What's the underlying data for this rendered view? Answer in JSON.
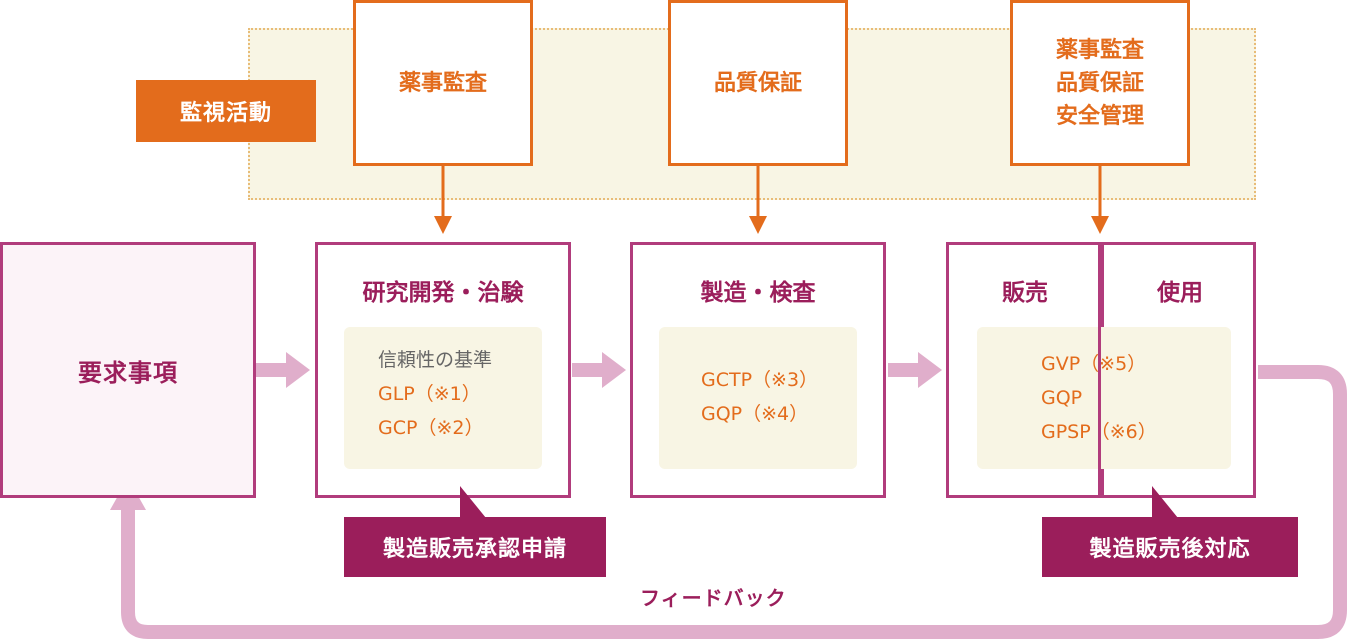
{
  "monitoring": {
    "label": "監視活動",
    "boxes": [
      {
        "lines": [
          "薬事監査"
        ]
      },
      {
        "lines": [
          "品質保証"
        ]
      },
      {
        "lines": [
          "薬事監査",
          "品質保証",
          "安全管理"
        ]
      }
    ]
  },
  "process": {
    "requirements": "要求事項",
    "rd": {
      "title": "研究開発・治験",
      "subtitle": "信頼性の基準",
      "items": [
        "GLP（※1）",
        "GCP（※2）"
      ]
    },
    "manufacturing": {
      "title": "製造・検査",
      "items": [
        "GCTP（※3）",
        "GQP（※4）"
      ]
    },
    "sales_use": {
      "sales": "販売",
      "use": "使用",
      "items": [
        "GVP（※5）",
        "GQP",
        "GPSP（※6）"
      ]
    }
  },
  "callouts": {
    "approval": "製造販売承認申請",
    "post_marketing": "製造販売後対応"
  },
  "feedback": "フィードバック",
  "colors": {
    "orange": "#e36c1c",
    "purple": "#9b1e5b",
    "pink_arrow": "#e0aecb",
    "cream": "#f8f5e4"
  }
}
